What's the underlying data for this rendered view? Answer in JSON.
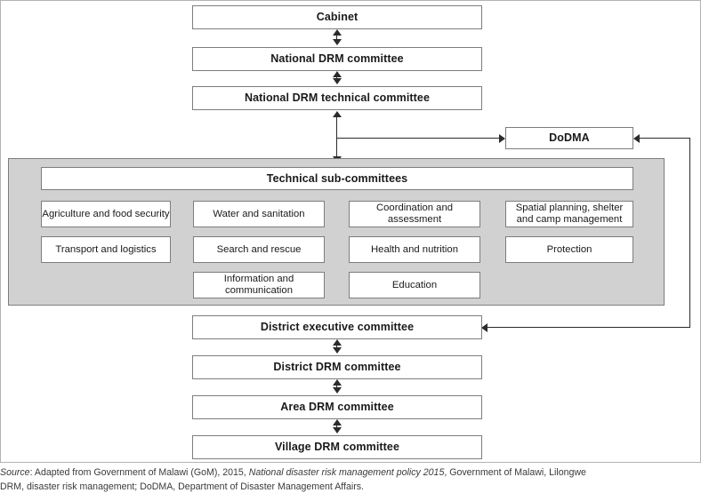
{
  "diagram": {
    "title_chain_top": [
      {
        "label": "Cabinet"
      },
      {
        "label": "National DRM committee"
      },
      {
        "label": "National DRM technical committee"
      }
    ],
    "dodma": {
      "label": "DoDMA"
    },
    "technical_panel": {
      "header": "Technical sub-committees",
      "columns": [
        {
          "items": [
            "Agriculture and food security",
            "Transport and logistics"
          ]
        },
        {
          "items": [
            "Water and sanitation",
            "Search and rescue",
            "Information and communication"
          ]
        },
        {
          "items": [
            "Coordination and assessment",
            "Health and nutrition",
            "Education"
          ]
        },
        {
          "items": [
            "Spatial planning, shelter and camp management",
            "Protection"
          ]
        }
      ]
    },
    "chain_bottom": [
      {
        "label": "District executive committee"
      },
      {
        "label": "District DRM committee"
      },
      {
        "label": "Area DRM committee"
      },
      {
        "label": "Village DRM committee"
      }
    ]
  },
  "caption": {
    "source_word": "Source",
    "line1_a": ": Adapted from Government of Malawi (GoM), 2015, ",
    "line1_italic": "National disaster risk management policy 2015",
    "line1_b": ", Government of Malawi, Lilongwe",
    "line2": "DRM, disaster risk management; DoDMA, Department of Disaster Management Affairs."
  },
  "colors": {
    "panel_fill": "#d1d1d1",
    "box_border": "#7d7d7d",
    "connector": "#2b2b2b",
    "frame_border": "#b3b3b3"
  }
}
